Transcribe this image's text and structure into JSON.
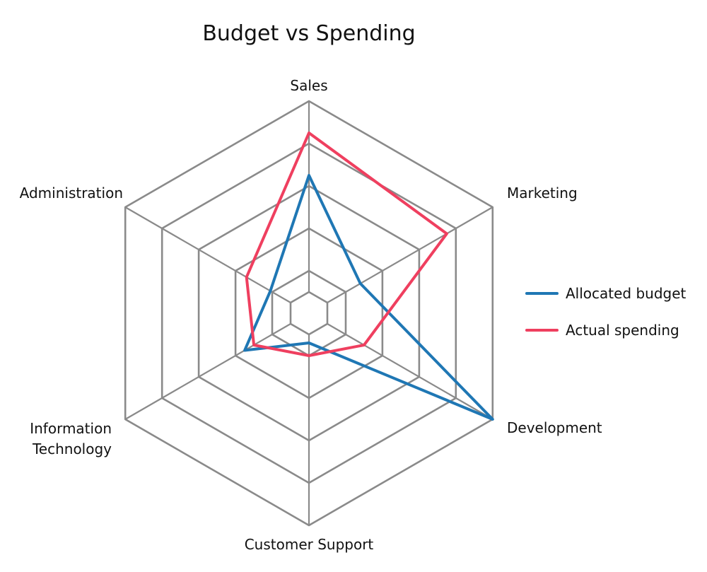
{
  "chart_data": {
    "type": "radar",
    "title": "Budget vs Spending",
    "axes": [
      "Sales",
      "Marketing",
      "Development",
      "Customer Support",
      "Information Technology",
      "Administration"
    ],
    "axis_label_lines": [
      [
        "Sales"
      ],
      [
        "Marketing"
      ],
      [
        "Development"
      ],
      [
        "Customer Support"
      ],
      [
        "Information",
        "Technology"
      ],
      [
        "Administration"
      ]
    ],
    "range": [
      0,
      100
    ],
    "grid_levels": [
      10,
      20,
      40,
      60,
      80,
      100
    ],
    "series": [
      {
        "name": "Allocated budget",
        "color": "#1f77b4",
        "values": [
          65,
          28,
          100,
          14,
          35,
          21
        ]
      },
      {
        "name": "Actual spending",
        "color": "#ef3f5f",
        "values": [
          85,
          75,
          30,
          20,
          30,
          34
        ]
      }
    ],
    "legend": {
      "position": "right"
    },
    "grid": true
  }
}
